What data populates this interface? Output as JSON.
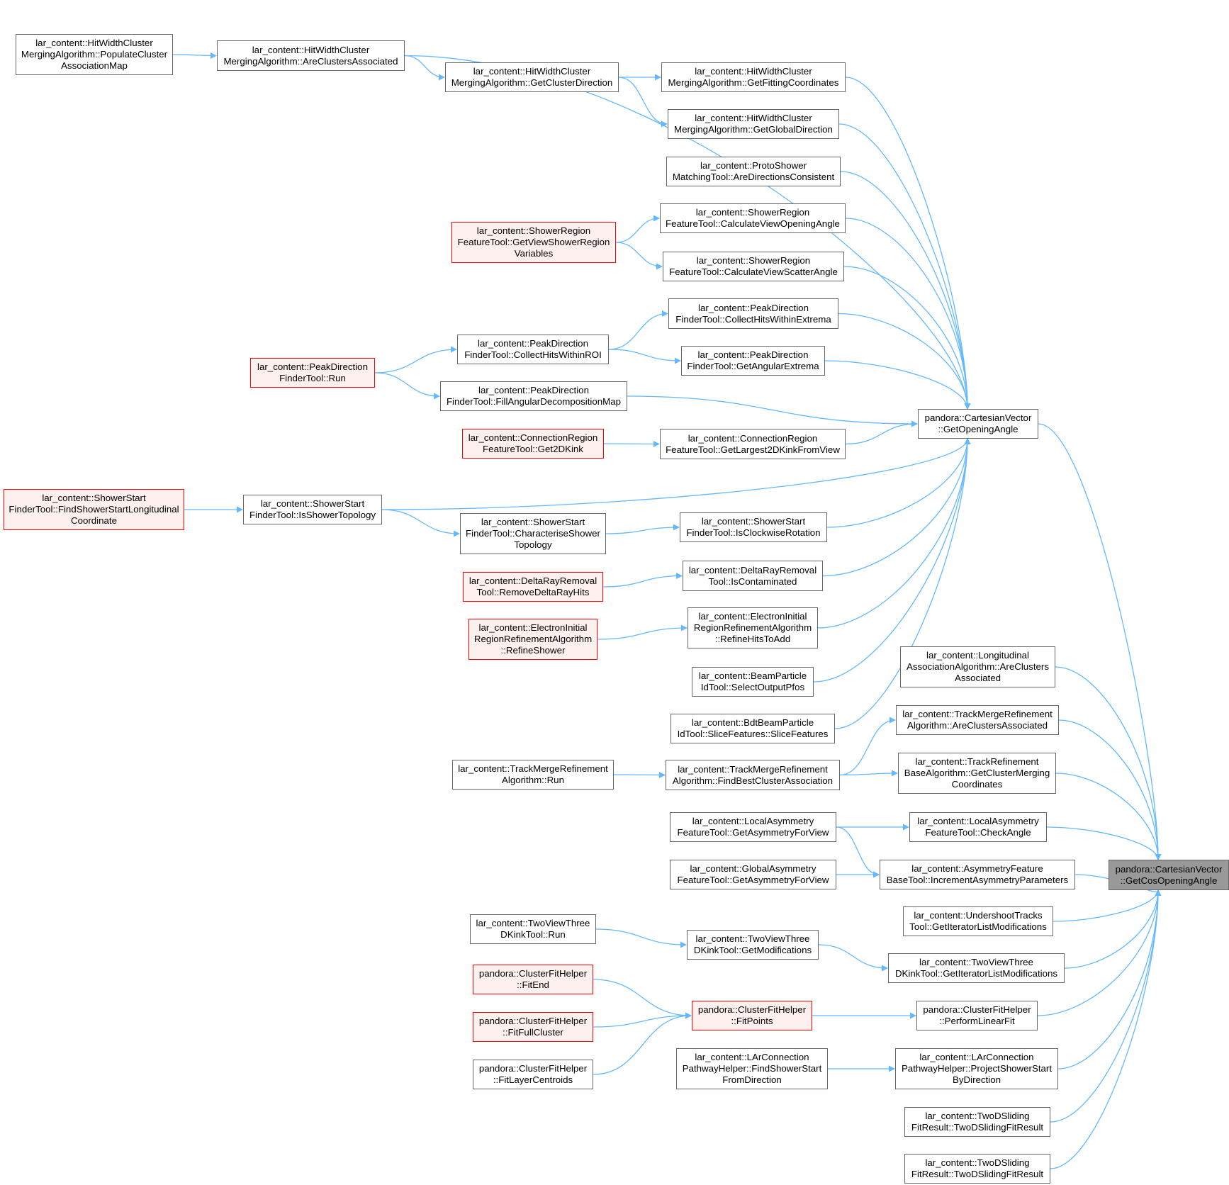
{
  "colors": {
    "edge": "#63b8ff",
    "border": "#666666",
    "red_border": "#ff0000",
    "red_fill": "#fff0f0",
    "root_fill": "#999999"
  },
  "nodes": [
    {
      "id": "populate",
      "lines": [
        "lar_content::HitWidthCluster",
        "MergingAlgorithm::PopulateCluster",
        "AssociationMap"
      ],
      "style": "normal"
    },
    {
      "id": "areassoc",
      "lines": [
        "lar_content::HitWidthCluster",
        "MergingAlgorithm::AreClustersAssociated"
      ],
      "style": "normal"
    },
    {
      "id": "getclusterdir",
      "lines": [
        "lar_content::HitWidthCluster",
        "MergingAlgorithm::GetClusterDirection"
      ],
      "style": "normal"
    },
    {
      "id": "getfitcoords",
      "lines": [
        "lar_content::HitWidthCluster",
        "MergingAlgorithm::GetFittingCoordinates"
      ],
      "style": "normal"
    },
    {
      "id": "getglobaldir",
      "lines": [
        "lar_content::HitWidthCluster",
        "MergingAlgorithm::GetGlobalDirection"
      ],
      "style": "normal"
    },
    {
      "id": "protoshower",
      "lines": [
        "lar_content::ProtoShower",
        "MatchingTool::AreDirectionsConsistent"
      ],
      "style": "normal"
    },
    {
      "id": "getviewshower",
      "lines": [
        "lar_content::ShowerRegion",
        "FeatureTool::GetViewShowerRegion",
        "Variables"
      ],
      "style": "red"
    },
    {
      "id": "calcopen",
      "lines": [
        "lar_content::ShowerRegion",
        "FeatureTool::CalculateViewOpeningAngle"
      ],
      "style": "normal"
    },
    {
      "id": "calcscatter",
      "lines": [
        "lar_content::ShowerRegion",
        "FeatureTool::CalculateViewScatterAngle"
      ],
      "style": "normal"
    },
    {
      "id": "collectextrema",
      "lines": [
        "lar_content::PeakDirection",
        "FinderTool::CollectHitsWithinExtrema"
      ],
      "style": "normal"
    },
    {
      "id": "collectroi",
      "lines": [
        "lar_content::PeakDirection",
        "FinderTool::CollectHitsWithinROI"
      ],
      "style": "normal"
    },
    {
      "id": "pdrun",
      "lines": [
        "lar_content::PeakDirection",
        "FinderTool::Run"
      ],
      "style": "red"
    },
    {
      "id": "angextrema",
      "lines": [
        "lar_content::PeakDirection",
        "FinderTool::GetAngularExtrema"
      ],
      "style": "normal"
    },
    {
      "id": "fillangular",
      "lines": [
        "lar_content::PeakDirection",
        "FinderTool::FillAngularDecompositionMap"
      ],
      "style": "normal"
    },
    {
      "id": "getopening",
      "lines": [
        "pandora::CartesianVector",
        "::GetOpeningAngle"
      ],
      "style": "normal"
    },
    {
      "id": "get2dkink",
      "lines": [
        "lar_content::ConnectionRegion",
        "FeatureTool::Get2DKink"
      ],
      "style": "red"
    },
    {
      "id": "largest2dkink",
      "lines": [
        "lar_content::ConnectionRegion",
        "FeatureTool::GetLargest2DKinkFromView"
      ],
      "style": "normal"
    },
    {
      "id": "findshowerstart",
      "lines": [
        "lar_content::ShowerStart",
        "FinderTool::FindShowerStartLongitudinal",
        "Coordinate"
      ],
      "style": "red"
    },
    {
      "id": "isshowertopo",
      "lines": [
        "lar_content::ShowerStart",
        "FinderTool::IsShowerTopology"
      ],
      "style": "normal"
    },
    {
      "id": "characterise",
      "lines": [
        "lar_content::ShowerStart",
        "FinderTool::CharacteriseShower",
        "Topology"
      ],
      "style": "normal"
    },
    {
      "id": "isclockwise",
      "lines": [
        "lar_content::ShowerStart",
        "FinderTool::IsClockwiseRotation"
      ],
      "style": "normal"
    },
    {
      "id": "removedelta",
      "lines": [
        "lar_content::DeltaRayRemoval",
        "Tool::RemoveDeltaRayHits"
      ],
      "style": "red"
    },
    {
      "id": "iscontaminated",
      "lines": [
        "lar_content::DeltaRayRemoval",
        "Tool::IsContaminated"
      ],
      "style": "normal"
    },
    {
      "id": "refineshower",
      "lines": [
        "lar_content::ElectronInitial",
        "RegionRefinementAlgorithm",
        "::RefineShower"
      ],
      "style": "red"
    },
    {
      "id": "refinehits",
      "lines": [
        "lar_content::ElectronInitial",
        "RegionRefinementAlgorithm",
        "::RefineHitsToAdd"
      ],
      "style": "normal"
    },
    {
      "id": "selectoutput",
      "lines": [
        "lar_content::BeamParticle",
        "IdTool::SelectOutputPfos"
      ],
      "style": "normal"
    },
    {
      "id": "slicefeatures",
      "lines": [
        "lar_content::BdtBeamParticle",
        "IdTool::SliceFeatures::SliceFeatures"
      ],
      "style": "normal"
    },
    {
      "id": "longitudinal",
      "lines": [
        "lar_content::Longitudinal",
        "AssociationAlgorithm::AreClusters",
        "Associated"
      ],
      "style": "normal"
    },
    {
      "id": "tmrareassoc",
      "lines": [
        "lar_content::TrackMergeRefinement",
        "Algorithm::AreClustersAssociated"
      ],
      "style": "normal"
    },
    {
      "id": "tmrrun",
      "lines": [
        "lar_content::TrackMergeRefinement",
        "Algorithm::Run"
      ],
      "style": "normal"
    },
    {
      "id": "tmrfindbest",
      "lines": [
        "lar_content::TrackMergeRefinement",
        "Algorithm::FindBestClusterAssociation"
      ],
      "style": "normal"
    },
    {
      "id": "trackrefine",
      "lines": [
        "lar_content::TrackRefinement",
        "BaseAlgorithm::GetClusterMerging",
        "Coordinates"
      ],
      "style": "normal"
    },
    {
      "id": "localasym",
      "lines": [
        "lar_content::LocalAsymmetry",
        "FeatureTool::GetAsymmetryForView"
      ],
      "style": "normal"
    },
    {
      "id": "checkangle",
      "lines": [
        "lar_content::LocalAsymmetry",
        "FeatureTool::CheckAngle"
      ],
      "style": "normal"
    },
    {
      "id": "globalasym",
      "lines": [
        "lar_content::GlobalAsymmetry",
        "FeatureTool::GetAsymmetryForView"
      ],
      "style": "normal"
    },
    {
      "id": "incrementasym",
      "lines": [
        "lar_content::AsymmetryFeature",
        "BaseTool::IncrementAsymmetryParameters"
      ],
      "style": "normal"
    },
    {
      "id": "getcos",
      "lines": [
        "pandora::CartesianVector",
        "::GetCosOpeningAngle"
      ],
      "style": "root"
    },
    {
      "id": "undershoot",
      "lines": [
        "lar_content::UndershootTracks",
        "Tool::GetIteratorListModifications"
      ],
      "style": "normal"
    },
    {
      "id": "twoviewrun",
      "lines": [
        "lar_content::TwoViewThree",
        "DKinkTool::Run"
      ],
      "style": "normal"
    },
    {
      "id": "twoviewgetmod",
      "lines": [
        "lar_content::TwoViewThree",
        "DKinkTool::GetModifications"
      ],
      "style": "normal"
    },
    {
      "id": "twoviewiter",
      "lines": [
        "lar_content::TwoViewThree",
        "DKinkTool::GetIteratorListModifications"
      ],
      "style": "normal"
    },
    {
      "id": "fitend",
      "lines": [
        "pandora::ClusterFitHelper",
        "::FitEnd"
      ],
      "style": "red"
    },
    {
      "id": "fitpoints",
      "lines": [
        "pandora::ClusterFitHelper",
        "::FitPoints"
      ],
      "style": "red"
    },
    {
      "id": "performlinear",
      "lines": [
        "pandora::ClusterFitHelper",
        "::PerformLinearFit"
      ],
      "style": "normal"
    },
    {
      "id": "fitfull",
      "lines": [
        "pandora::ClusterFitHelper",
        "::FitFullCluster"
      ],
      "style": "red"
    },
    {
      "id": "fitlayer",
      "lines": [
        "pandora::ClusterFitHelper",
        "::FitLayerCentroids"
      ],
      "style": "normal"
    },
    {
      "id": "findshowerdir",
      "lines": [
        "lar_content::LArConnection",
        "PathwayHelper::FindShowerStart",
        "FromDirection"
      ],
      "style": "normal"
    },
    {
      "id": "projectshower",
      "lines": [
        "lar_content::LArConnection",
        "PathwayHelper::ProjectShowerStart",
        "ByDirection"
      ],
      "style": "normal"
    },
    {
      "id": "twods1",
      "lines": [
        "lar_content::TwoDSliding",
        "FitResult::TwoDSlidingFitResult"
      ],
      "style": "normal"
    },
    {
      "id": "twods2",
      "lines": [
        "lar_content::TwoDSliding",
        "FitResult::TwoDSlidingFitResult"
      ],
      "style": "normal"
    }
  ],
  "edges": [
    [
      "populate",
      "areassoc"
    ],
    [
      "areassoc",
      "getclusterdir"
    ],
    [
      "areassoc",
      "getopening"
    ],
    [
      "getclusterdir",
      "getfitcoords"
    ],
    [
      "getclusterdir",
      "getglobaldir"
    ],
    [
      "getfitcoords",
      "getopening"
    ],
    [
      "getglobaldir",
      "getopening"
    ],
    [
      "protoshower",
      "getopening"
    ],
    [
      "getviewshower",
      "calcopen"
    ],
    [
      "getviewshower",
      "calcscatter"
    ],
    [
      "calcopen",
      "getopening"
    ],
    [
      "calcscatter",
      "getopening"
    ],
    [
      "collectroi",
      "collectextrema"
    ],
    [
      "collectroi",
      "angextrema"
    ],
    [
      "pdrun",
      "collectroi"
    ],
    [
      "pdrun",
      "fillangular"
    ],
    [
      "collectextrema",
      "getopening"
    ],
    [
      "angextrema",
      "getopening"
    ],
    [
      "fillangular",
      "getopening"
    ],
    [
      "get2dkink",
      "largest2dkink"
    ],
    [
      "largest2dkink",
      "getopening"
    ],
    [
      "findshowerstart",
      "isshowertopo"
    ],
    [
      "isshowertopo",
      "getopening"
    ],
    [
      "isshowertopo",
      "characterise"
    ],
    [
      "characterise",
      "isclockwise"
    ],
    [
      "isclockwise",
      "getopening"
    ],
    [
      "removedelta",
      "iscontaminated"
    ],
    [
      "iscontaminated",
      "getopening"
    ],
    [
      "refineshower",
      "refinehits"
    ],
    [
      "refinehits",
      "getopening"
    ],
    [
      "selectoutput",
      "getopening"
    ],
    [
      "slicefeatures",
      "getopening"
    ],
    [
      "getopening",
      "getcos"
    ],
    [
      "longitudinal",
      "getcos"
    ],
    [
      "tmrareassoc",
      "getcos"
    ],
    [
      "tmrrun",
      "tmrfindbest"
    ],
    [
      "tmrfindbest",
      "tmrareassoc"
    ],
    [
      "tmrfindbest",
      "trackrefine"
    ],
    [
      "trackrefine",
      "getcos"
    ],
    [
      "localasym",
      "checkangle"
    ],
    [
      "localasym",
      "incrementasym"
    ],
    [
      "globalasym",
      "incrementasym"
    ],
    [
      "checkangle",
      "getcos"
    ],
    [
      "incrementasym",
      "getcos"
    ],
    [
      "undershoot",
      "getcos"
    ],
    [
      "twoviewrun",
      "twoviewgetmod"
    ],
    [
      "twoviewgetmod",
      "twoviewiter"
    ],
    [
      "twoviewiter",
      "getcos"
    ],
    [
      "fitend",
      "fitpoints"
    ],
    [
      "fitfull",
      "fitpoints"
    ],
    [
      "fitlayer",
      "fitpoints"
    ],
    [
      "fitpoints",
      "performlinear"
    ],
    [
      "performlinear",
      "getcos"
    ],
    [
      "findshowerdir",
      "projectshower"
    ],
    [
      "projectshower",
      "getcos"
    ],
    [
      "twods1",
      "getcos"
    ],
    [
      "twods2",
      "getcos"
    ]
  ]
}
